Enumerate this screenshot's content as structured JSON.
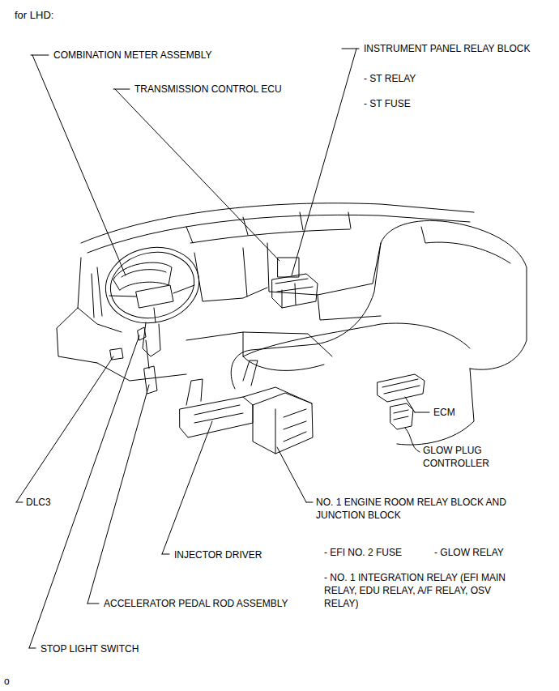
{
  "diagram": {
    "title": "for LHD:",
    "labels": [
      "COMBINATION METER ASSEMBLY",
      "INSTRUMENT PANEL RELAY BLOCK",
      "TRANSMISSION CONTROL ECU",
      "- ST RELAY",
      "- ST FUSE",
      "ECM",
      "GLOW PLUG CONTROLLER",
      "DLC3",
      "NO. 1 ENGINE ROOM RELAY BLOCK AND JUNCTION BLOCK",
      "- EFI NO. 2 FUSE",
      "- GLOW RELAY",
      "INJECTOR DRIVER",
      "- NO. 1 INTEGRATION RELAY (EFI MAIN RELAY, EDU RELAY, A/F RELAY, OSV RELAY)",
      "ACCELERATOR PEDAL ROD ASSEMBLY",
      "STOP LIGHT SWITCH",
      "o"
    ]
  }
}
